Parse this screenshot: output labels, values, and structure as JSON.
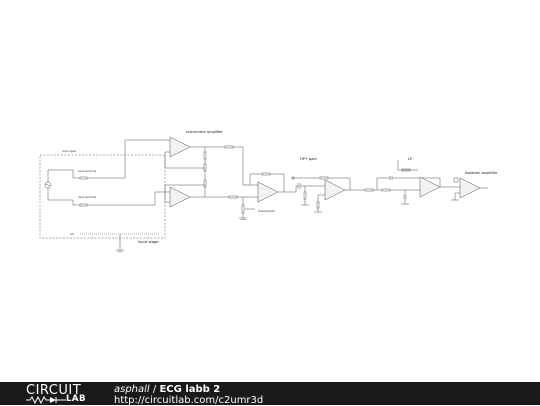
{
  "schematic": {
    "labels": {
      "instrument_amplifier": "Instrument amplifier",
      "hp_gain": "HP+ gain",
      "lp": "LP",
      "isolation_amplifier": "Isolation amplifier",
      "input_signal": "Input signal",
      "input_electrode": "Input electrode",
      "input_electrode_2": "Input electrode",
      "input_stage": "Input stage",
      "potentiometer": "Potentiometer",
      "gnd": "GH"
    }
  },
  "footer": {
    "logo_top": "CIRCUIT",
    "logo_bottom": "LAB",
    "user": "asphall",
    "separator": " / ",
    "title": "ECG labb 2",
    "url": "http://circuitlab.com/c2umr3d"
  },
  "colors": {
    "footer_bg": "#1a1a1a",
    "wire": "#555555",
    "opamp_fill": "#f2f2f2"
  }
}
